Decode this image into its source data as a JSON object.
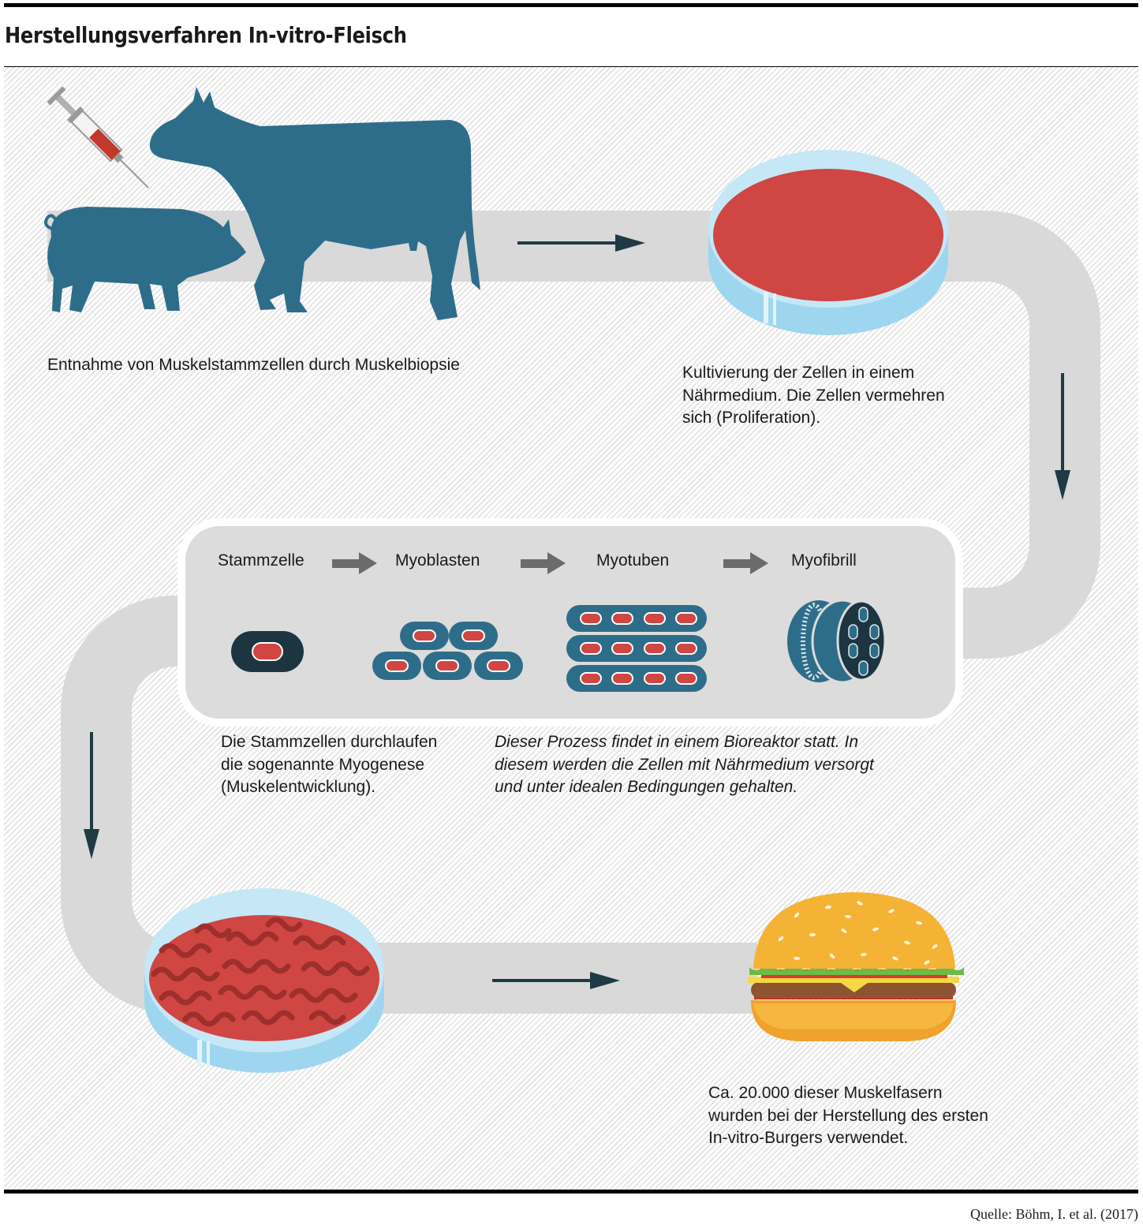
{
  "title": "Herstellungsverfahren In-vitro-Fleisch",
  "source": "Quelle: Böhm, I. et al. (2017)",
  "steps": {
    "biopsy": "Entnahme von Muskelstammzellen durch Muskelbiopsie",
    "culture": [
      "Kultivierung der Zellen in einem",
      "Nährmedium. Die Zellen vermehren",
      "sich (Proliferation)."
    ],
    "myogenesis": [
      "Die Stammzellen durchlaufen",
      "die sogenannte Myogenese",
      "(Muskelentwicklung)."
    ],
    "bioreactor": [
      "Dieser Prozess findet in einem Bioreaktor statt. In",
      "diesem werden die Zellen mit Nährmedium versorgt",
      "und unter idealen Bedingungen gehalten."
    ],
    "burger": [
      "Ca. 20.000 dieser Muskelfasern",
      "wurden bei der Herstellung des ersten",
      "In-vitro-Burgers verwendet."
    ]
  },
  "stages": [
    "Stammzelle",
    "Myoblasten",
    "Myotuben",
    "Myofibrill"
  ],
  "colors": {
    "animal": "#2e6d8a",
    "path": "#d9d9d9",
    "arrow": "#1f3a45",
    "medium": "#cf4642",
    "dish": "#bfe3f3"
  }
}
